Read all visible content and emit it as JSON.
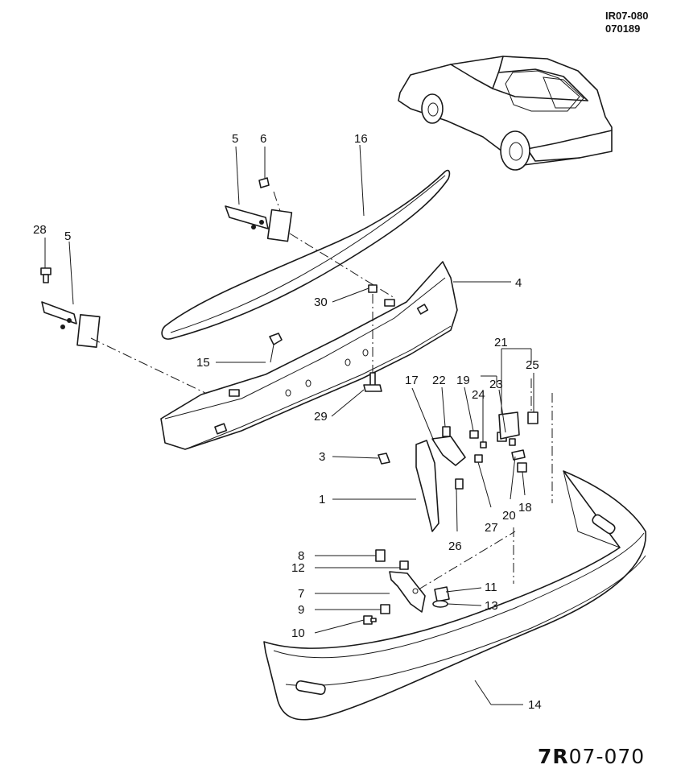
{
  "header": {
    "code_line1": "IR07-080",
    "code_line2": "070189"
  },
  "footer": {
    "prefix": "7R",
    "code": "07-070"
  },
  "callouts": {
    "p1": "1",
    "p3": "3",
    "p4": "4",
    "p5a": "5",
    "p5b": "5",
    "p6": "6",
    "p7": "7",
    "p8": "8",
    "p9": "9",
    "p10": "10",
    "p11": "11",
    "p12": "12",
    "p13": "13",
    "p14": "14",
    "p15": "15",
    "p16": "16",
    "p17": "17",
    "p18": "18",
    "p19": "19",
    "p20": "20",
    "p21": "21",
    "p22": "22",
    "p23": "23",
    "p24": "24",
    "p25": "25",
    "p26": "26",
    "p27": "27",
    "p28": "28",
    "p29": "29",
    "p30": "30"
  }
}
